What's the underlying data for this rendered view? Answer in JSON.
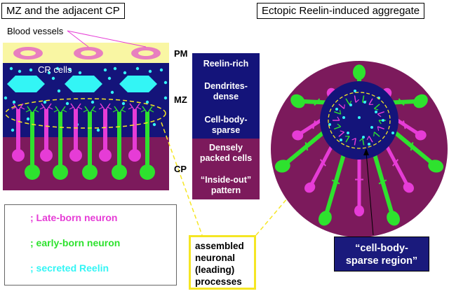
{
  "titles": {
    "left": "MZ and the adjacent CP",
    "right": "Ectopic Reelin-induced aggregate"
  },
  "labels": {
    "blood_vessels": "Blood vessels",
    "cr_cells": "CR cells",
    "pm": "PM",
    "mz": "MZ",
    "cp": "CP"
  },
  "properties": {
    "mz": [
      "Reelin-rich",
      "Dendrites-\ndense",
      "Cell-body-\nsparse"
    ],
    "cp": [
      "Densely\npacked cells",
      "“Inside-out”\npattern"
    ]
  },
  "legend": {
    "late": "; Late-born neuron",
    "early": "; early-born neuron",
    "reelin": "; secreted Reelin"
  },
  "callout": [
    "assembled",
    "neuronal",
    "(leading)",
    "processes"
  ],
  "sparse_region": [
    "“cell-body-",
    "sparse region”"
  ],
  "colors": {
    "magenta": "#e63cd6",
    "green": "#2ee22e",
    "cyan": "#33f5f5",
    "navy": "#14147a",
    "maroon": "#7c1a5c",
    "pia_yellow": "#f9f6a3",
    "vessel_pink": "#e87fbf",
    "callout_yellow": "#f5e624"
  }
}
